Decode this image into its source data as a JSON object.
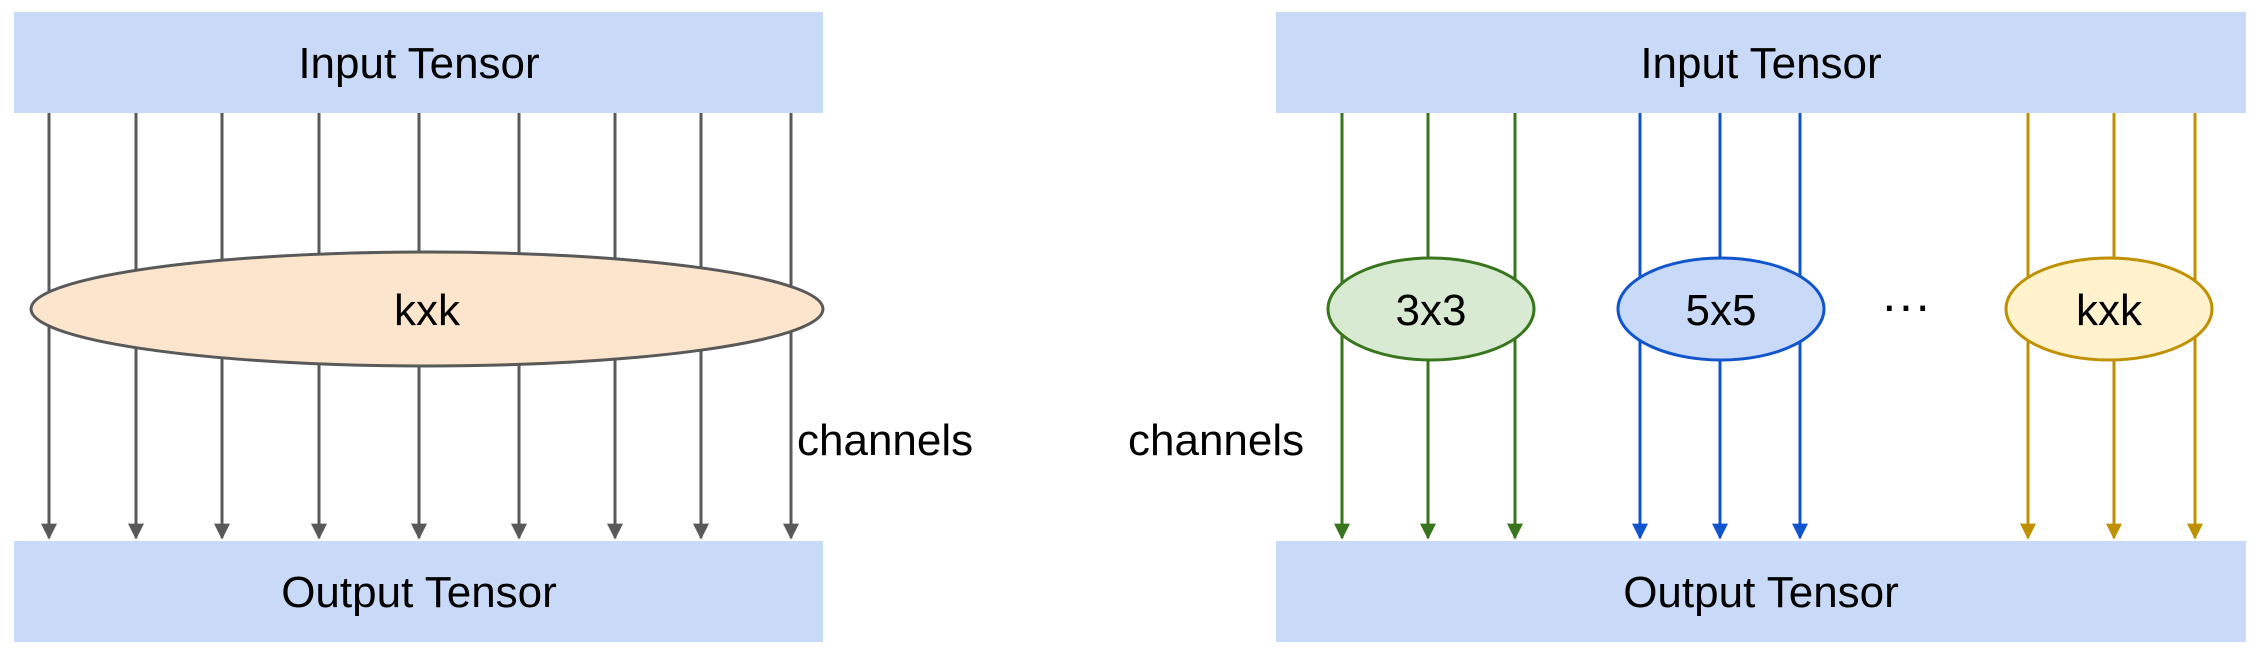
{
  "left_panel": {
    "input_label": "Input Tensor",
    "output_label": "Output Tensor",
    "kernel_label": "kxk",
    "channels_label": "channels",
    "channel_count": 9
  },
  "right_panel": {
    "input_label": "Input Tensor",
    "output_label": "Output Tensor",
    "channels_label": "channels",
    "ellipsis": "···",
    "groups": [
      {
        "label": "3x3",
        "line_color": "#38761d",
        "fill_color": "#d9ead3",
        "channel_count": 3
      },
      {
        "label": "5x5",
        "line_color": "#1155cc",
        "fill_color": "#c9daf8",
        "channel_count": 3
      },
      {
        "label": "kxk",
        "line_color": "#bf9000",
        "fill_color": "#fff2cc",
        "channel_count": 3
      }
    ]
  },
  "colors": {
    "tensor_fill": "#c9daf8",
    "left_line": "#595959",
    "left_kernel_fill": "#fce5cd"
  }
}
